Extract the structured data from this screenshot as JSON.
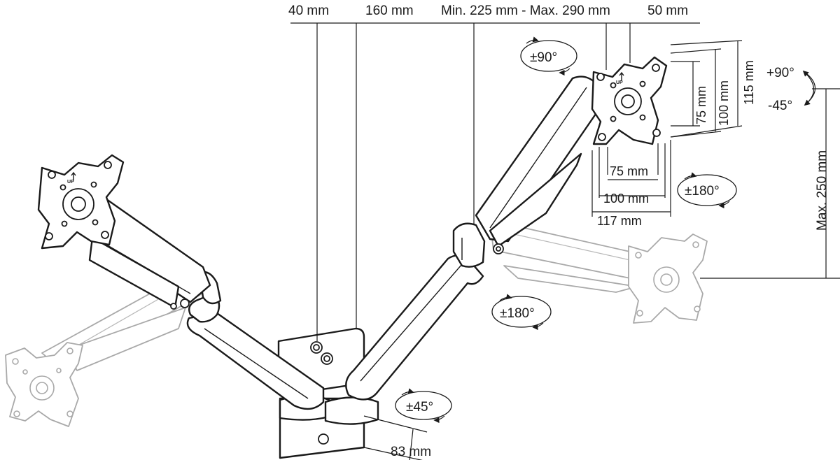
{
  "dimensions": {
    "top_40": "40 mm",
    "top_160": "160 mm",
    "top_range": "Min. 225 mm - Max. 290 mm",
    "top_50": "50 mm",
    "plate_w75": "75 mm",
    "plate_w100": "100 mm",
    "plate_w117": "117 mm",
    "plate_h75": "75 mm",
    "plate_h100": "100 mm",
    "plate_h115": "115 mm",
    "height_max": "Max. 250 mm",
    "depth_83": "83 mm"
  },
  "rotations": {
    "rotate_90": "±90°",
    "rotate_180_right": "±180°",
    "rotate_180_center": "±180°",
    "rotate_45": "±45°",
    "tilt_plus": "+90°",
    "tilt_minus": "-45°"
  },
  "plate_marking": "UP",
  "colors": {
    "line": "#1a1a1a",
    "ghost": "#a9a9a9",
    "background": "#ffffff"
  }
}
